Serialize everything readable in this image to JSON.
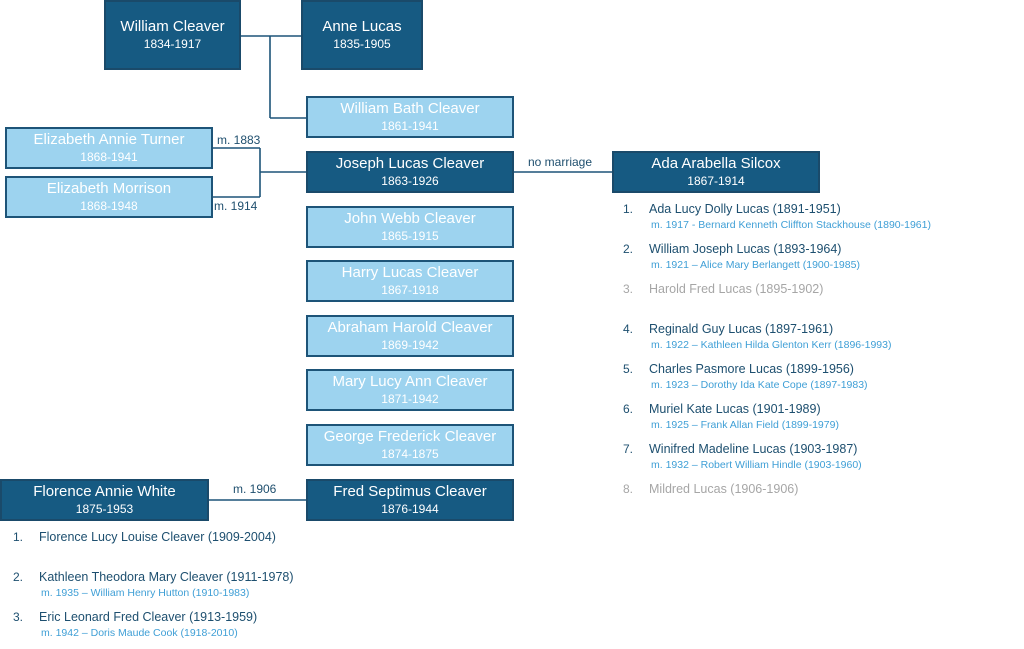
{
  "people": {
    "william_cleaver": {
      "name": "William Cleaver",
      "years": "1834-1917"
    },
    "anne_lucas": {
      "name": "Anne Lucas",
      "years": "1835-1905"
    },
    "william_bath": {
      "name": "William Bath Cleaver",
      "years": "1861-1941"
    },
    "elizabeth_turner": {
      "name": "Elizabeth Annie Turner",
      "years": "1868-1941"
    },
    "elizabeth_morrison": {
      "name": "Elizabeth Morrison",
      "years": "1868-1948"
    },
    "joseph_lucas": {
      "name": "Joseph Lucas Cleaver",
      "years": "1863-1926"
    },
    "ada_silcox": {
      "name": "Ada Arabella Silcox",
      "years": "1867-1914"
    },
    "john_webb": {
      "name": "John Webb Cleaver",
      "years": "1865-1915"
    },
    "harry_lucas": {
      "name": "Harry Lucas Cleaver",
      "years": "1867-1918"
    },
    "abraham_harold": {
      "name": "Abraham Harold Cleaver",
      "years": "1869-1942"
    },
    "mary_lucy": {
      "name": "Mary Lucy Ann Cleaver",
      "years": "1871-1942"
    },
    "george_frederick": {
      "name": "George Frederick Cleaver",
      "years": "1874-1875"
    },
    "florence_white": {
      "name": "Florence Annie White",
      "years": "1875-1953"
    },
    "fred_septimus": {
      "name": "Fred Septimus Cleaver",
      "years": "1876-1944"
    }
  },
  "connectors": {
    "m_1883": "m. 1883",
    "m_1914": "m. 1914",
    "no_marriage": "no marriage",
    "m_1906": "m. 1906"
  },
  "lucas_children": [
    {
      "num": "1.",
      "name": "Ada Lucy Dolly Lucas (1891-1951)",
      "spouse": "m. 1917 - Bernard Kenneth Cliffton Stackhouse (1890-1961)"
    },
    {
      "num": "2.",
      "name": "William Joseph Lucas (1893-1964)",
      "spouse": "m. 1921 – Alice Mary Berlangett (1900-1985)"
    },
    {
      "num": "3.",
      "name": "Harold Fred Lucas (1895-1902)",
      "spouse": ""
    },
    {
      "num": "4.",
      "name": "Reginald Guy Lucas (1897-1961)",
      "spouse": "m. 1922 – Kathleen Hilda Glenton Kerr (1896-1993)"
    },
    {
      "num": "5.",
      "name": "Charles Pasmore Lucas (1899-1956)",
      "spouse": "m. 1923 – Dorothy Ida Kate Cope (1897-1983)"
    },
    {
      "num": "6.",
      "name": "Muriel Kate Lucas (1901-1989)",
      "spouse": "m. 1925 – Frank Allan Field (1899-1979)"
    },
    {
      "num": "7.",
      "name": "Winifred Madeline Lucas (1903-1987)",
      "spouse": "m. 1932 – Robert William Hindle (1903-1960)"
    },
    {
      "num": "8.",
      "name": "Mildred Lucas (1906-1906)",
      "spouse": ""
    }
  ],
  "fred_children": [
    {
      "num": "1.",
      "name": "Florence Lucy Louise Cleaver (1909-2004)",
      "spouse": ""
    },
    {
      "num": "2.",
      "name": "Kathleen Theodora Mary Cleaver (1911-1978)",
      "spouse": "m. 1935 – William Henry Hutton (1910-1983)"
    },
    {
      "num": "3.",
      "name": "Eric Leonard Fred Cleaver (1913-1959)",
      "spouse": "m. 1942 – Doris Maude Cook (1918-2010)"
    }
  ]
}
